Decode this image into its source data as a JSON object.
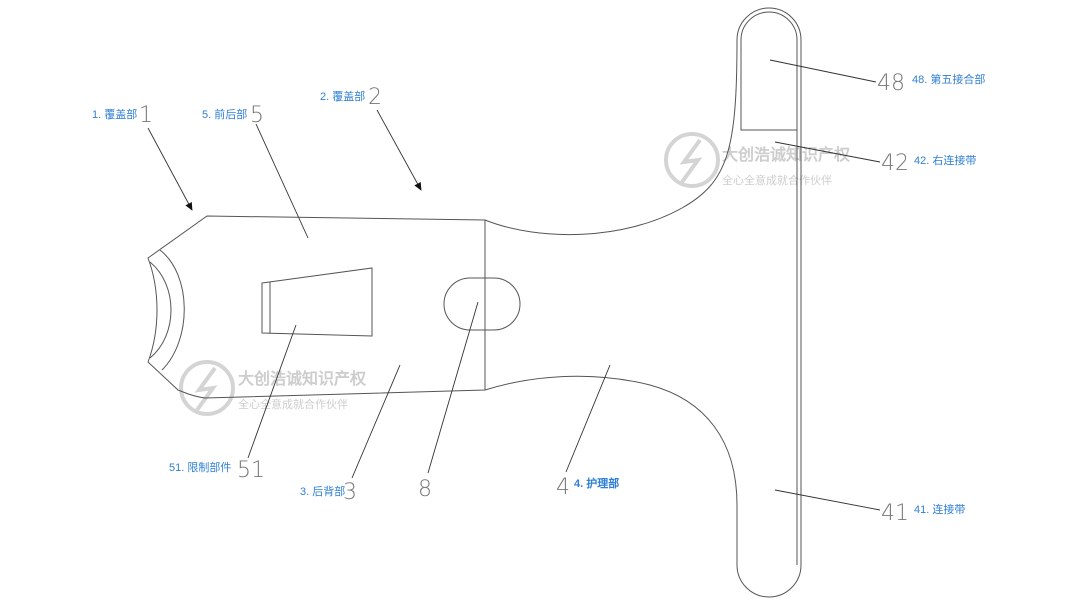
{
  "figure": {
    "parts": [
      {
        "num": "1",
        "label": "1. 覆盖部"
      },
      {
        "num": "2",
        "label": "2. 覆盖部"
      },
      {
        "num": "5",
        "label": "5. 前后部"
      },
      {
        "num": "48",
        "label": "48. 第五接合部"
      },
      {
        "num": "42",
        "label": "42. 右连接带"
      },
      {
        "num": "51",
        "label": "51. 限制部件"
      },
      {
        "num": "3",
        "label": "3. 后背部"
      },
      {
        "num": "8",
        "label": ""
      },
      {
        "num": "4",
        "label": "4. 护理部"
      },
      {
        "num": "41",
        "label": "41. 连接带"
      }
    ]
  },
  "watermark": {
    "title": "大创浩诚知识产权",
    "slogan": "全心全意成就合作伙伴"
  },
  "colors": {
    "line": "#555555",
    "label": "#2f7fd6",
    "number": "#777777",
    "watermark": "#c8c8c8"
  }
}
